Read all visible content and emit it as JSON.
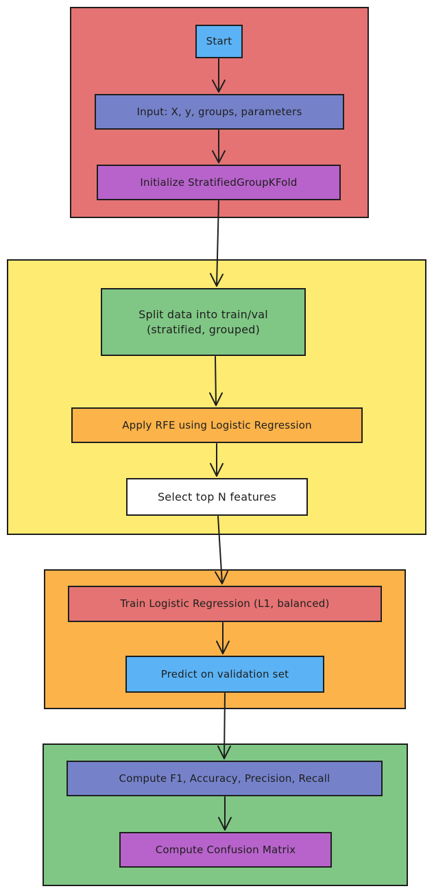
{
  "colors": {
    "group_setup": "#e57373",
    "group_selection": "#fdeb72",
    "group_training": "#fbb34a",
    "group_evaluation": "#80c785",
    "node_blue": "#5bb3f5",
    "node_indigo": "#7582ca",
    "node_purple": "#b863cb",
    "node_green": "#80c785",
    "node_orange": "#fbb34a",
    "node_white": "#ffffff",
    "node_red": "#e57373",
    "stroke": "#1e1e1e"
  },
  "nodes": {
    "start": "Start",
    "input": "Input: X, y, groups, parameters",
    "init": "Initialize StratifiedGroupKFold",
    "split": "Split data into train/val\n(stratified, grouped)",
    "rfe": "Apply RFE using Logistic Regression",
    "select": "Select top N features",
    "train": "Train Logistic Regression (L1, balanced)",
    "predict": "Predict on validation set",
    "metrics": "Compute F1, Accuracy, Precision, Recall",
    "confusion": "Compute Confusion Matrix"
  }
}
